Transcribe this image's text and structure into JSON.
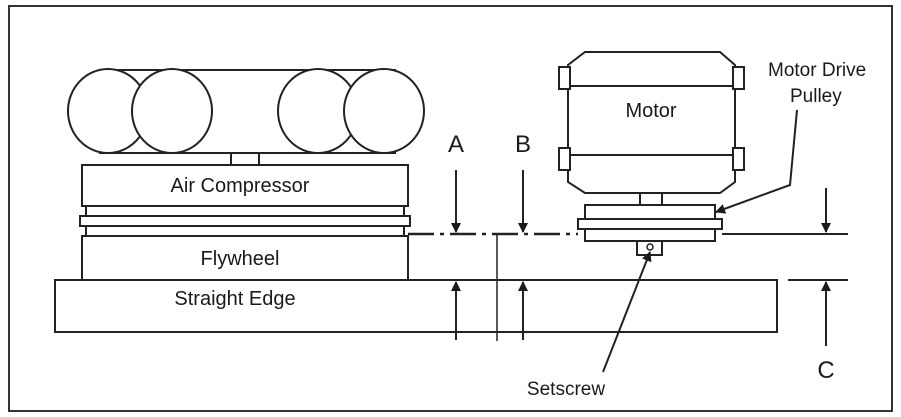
{
  "labels": {
    "air_compressor": "Air Compressor",
    "flywheel": "Flywheel",
    "straight_edge": "Straight Edge",
    "motor": "Motor",
    "motor_drive_pulley_line1": "Motor Drive",
    "motor_drive_pulley_line2": "Pulley",
    "setscrew": "Setscrew",
    "point_a": "A",
    "point_b": "B",
    "point_c": "C"
  }
}
